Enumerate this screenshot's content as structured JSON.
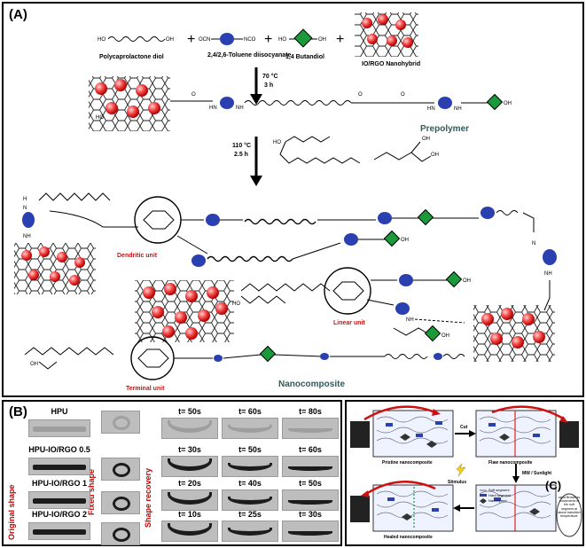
{
  "panelA": {
    "label": "(A)",
    "reactants": {
      "diol": "Polycaprolactone diol",
      "diol_ho": "HO",
      "diol_oh": "OH",
      "tdi": "2,4/2,6-Toluene diisocyanate",
      "tdi_ocn": "OCN",
      "tdi_nco": "NCO",
      "butandiol": "1,4 Butandiol",
      "butandiol_ho": "HO",
      "butandiol_oh": "OH",
      "nanohybrid": "IO/RGO Nanohybrid"
    },
    "step1": {
      "temp": "70 °C",
      "time": "3 h"
    },
    "prepolymer_label": "Prepolymer",
    "step2": {
      "temp": "110 °C",
      "time": "2.5 h"
    },
    "nanocomposite_label": "Nanocomposite",
    "units": {
      "dendritic": "Dendritic unit",
      "linear": "Linear unit",
      "terminal": "Terminal unit"
    },
    "atoms": {
      "oh": "OH",
      "ho": "HO",
      "nh": "NH",
      "hn": "HN",
      "h": "H",
      "n": "N",
      "o": "O"
    }
  },
  "panelB": {
    "label": "(B)",
    "rows": [
      "HPU",
      "HPU-IO/RGO 0.5",
      "HPU-IO/RGO 1",
      "HPU-IO/RGO 2"
    ],
    "times": [
      [
        "t= 50s",
        "t= 60s",
        "t= 80s"
      ],
      [
        "t= 30s",
        "t= 50s",
        "t= 60s"
      ],
      [
        "t= 20s",
        "t= 40s",
        "t= 50s"
      ],
      [
        "t= 10s",
        "t= 25s",
        "t= 30s"
      ]
    ],
    "col_original": "Original shape",
    "col_fixed": "Fixed shape",
    "col_recovery": "Shape recovery"
  },
  "panelC": {
    "label": "(C)",
    "pristine": "Pristine nanocomposite",
    "flaw": "Flaw nanocomposite",
    "healed": "Healed nanocomposite",
    "cut": "Cut",
    "stimulus": "Stimulus",
    "mw": "MW / Sunlight",
    "legend": [
      "Soft segment",
      "Hard segment",
      "Nanohybrid"
    ],
    "note": "rapid Brownian movements of the soft segment at above transition temperature"
  },
  "colors": {
    "ring_red": "#e02020",
    "urethane_blue": "#2a3fb0",
    "diol_green": "#1a9a3a",
    "label_red": "#d01010",
    "prepolymer_teal": "#2e5b5b"
  }
}
